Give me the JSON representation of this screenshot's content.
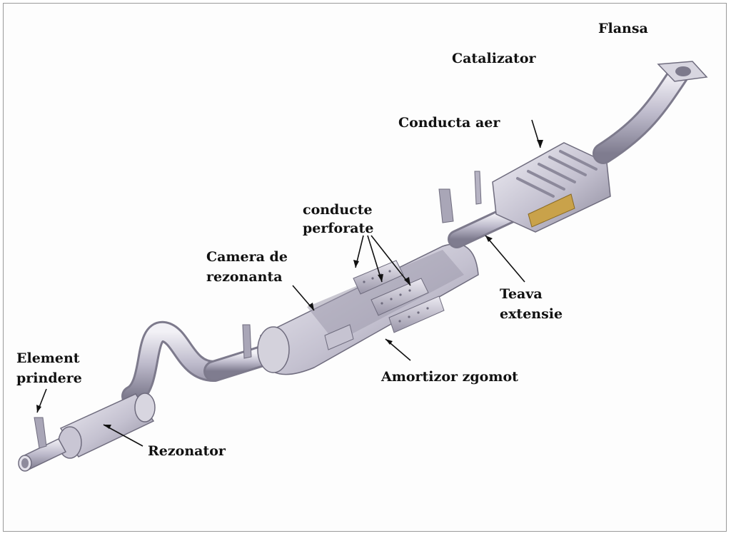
{
  "labels": {
    "flansa": "Flansa",
    "catalizator": "Catalizator",
    "conducta_aer": "Conducta aer",
    "conducte_perforate_1": "conducte",
    "conducte_perforate_2": "perforate",
    "camera_rezonanta_1": "Camera de",
    "camera_rezonanta_2": "rezonanta",
    "teava_extensie_1": "Teava",
    "teava_extensie_2": "extensie",
    "amortizor_zgomot": "Amortizor zgomot",
    "element_prindere_1": "Element",
    "element_prindere_2": "prindere",
    "rezonator": "Rezonator"
  },
  "colors": {
    "metal_light": "#e6e4ec",
    "metal_mid": "#b9b6c6",
    "metal_dark": "#7d7a8c",
    "heat_shield_core": "#c9a24a",
    "label_text": "#111111",
    "frame_border": "#9a9a9a"
  }
}
